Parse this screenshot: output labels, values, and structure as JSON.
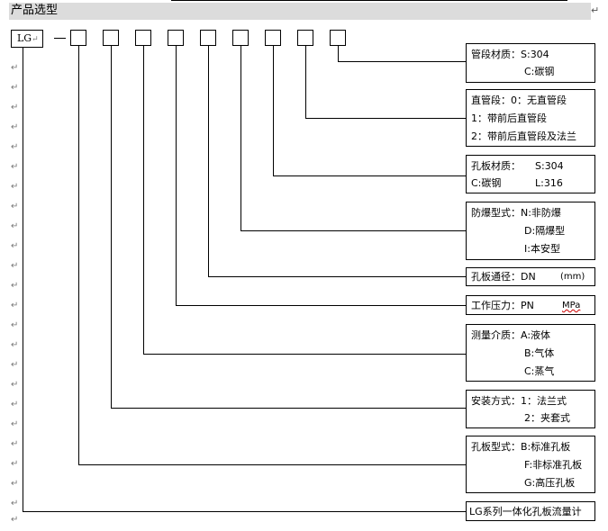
{
  "header": {
    "title": "产品选型",
    "mark": "↵"
  },
  "model": {
    "code": "LG",
    "dash": "—",
    "mark": "↵"
  },
  "para_mark": "↵",
  "boxes": {
    "material": {
      "line1": "管段材质：S:304",
      "line2": "C:碳钢"
    },
    "straight": {
      "line1": "直管段：0：无直管段",
      "line2": "1：带前后直管段",
      "line3": "2：带前后直管段及法兰"
    },
    "orifice_material": {
      "line1a": "孔板材质：",
      "line1b": "S:304",
      "line2a": "C:碳钢",
      "line2b": "L:316"
    },
    "explosion": {
      "line1": "防爆型式：N:非防爆",
      "line2": "D:隔爆型",
      "line3": "I:本安型"
    },
    "bore": {
      "label": "孔板通径：DN",
      "unit": "(mm)"
    },
    "pressure": {
      "label": "工作压力：PN",
      "unit": "MPa"
    },
    "medium": {
      "line1": "测量介质：A:液体",
      "line2": "B:气体",
      "line3": "C:蒸气"
    },
    "install": {
      "line1": "安装方式：1：法兰式",
      "line2": "2：夹套式"
    },
    "orifice_type": {
      "line1": "孔板型式：B:标准孔板",
      "line2": "F:非标准孔板",
      "line3": "G:高压孔板"
    },
    "series": {
      "label": "LG系列一体化孔板流量计"
    }
  }
}
